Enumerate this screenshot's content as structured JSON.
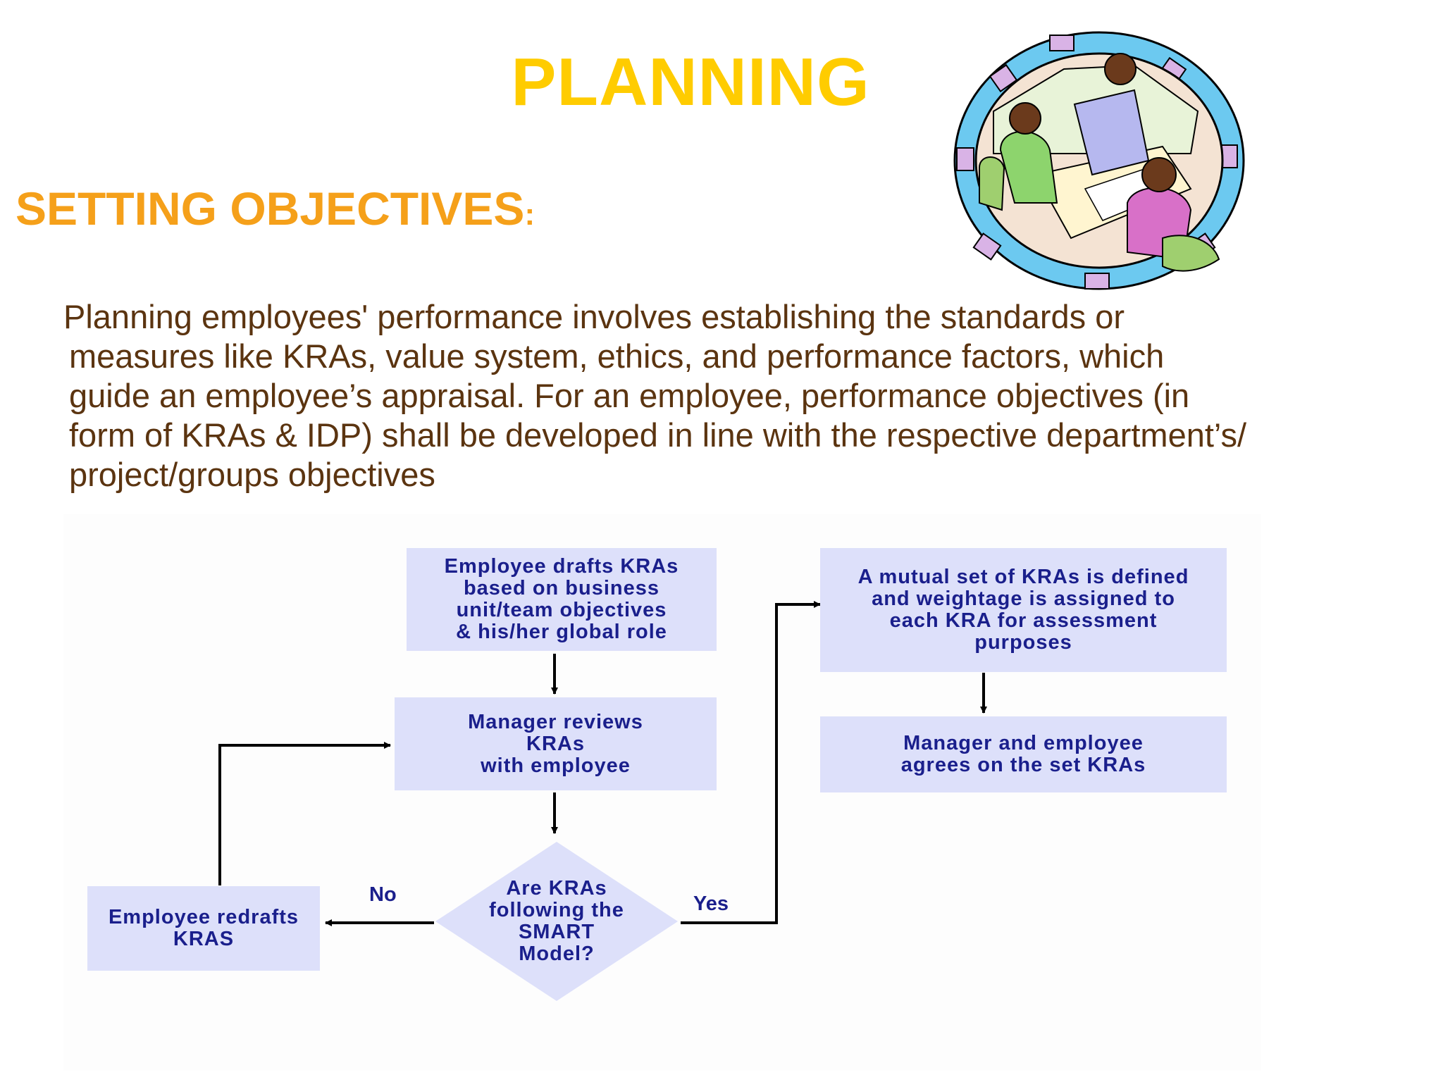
{
  "slide": {
    "title": "PLANNING",
    "heading": "SETTING OBJECTIVES",
    "heading_colon": ":",
    "paragraph_lines": [
      "Planning employees' performance involves establishing the standards or",
      "measures like KRAs, value system, ethics, and performance factors, which",
      "guide an employee’s appraisal. For an employee, performance objectives (in",
      "form of KRAs & IDP) shall be developed in line with the respective department’s/",
      "project/groups objectives"
    ]
  },
  "flowchart": {
    "nodes": {
      "draft": [
        "Employee drafts KRAs",
        "based on business",
        "unit/team objectives",
        "& his/her global role"
      ],
      "review": [
        "Manager reviews",
        "KRAs",
        "with employee"
      ],
      "decision": [
        "Are KRAs",
        "following the",
        "SMART",
        "Model?"
      ],
      "redraft": [
        "Employee redrafts",
        "KRAS"
      ],
      "mutual": [
        "A mutual set of KRAs is defined",
        "and weightage is assigned to",
        "each KRA for assessment",
        "purposes"
      ],
      "agree": [
        "Manager and employee",
        "agrees on the set KRAs"
      ]
    },
    "edge_labels": {
      "no": "No",
      "yes": "Yes"
    }
  },
  "colors": {
    "title": "#ffcc00",
    "heading": "#f5a01a",
    "body_text": "#5b3410",
    "box_fill": "#dde0fa",
    "box_text": "#1a1f8c",
    "arrow": "#000000"
  },
  "illustration": {
    "icon": "team-meeting-clipart"
  }
}
